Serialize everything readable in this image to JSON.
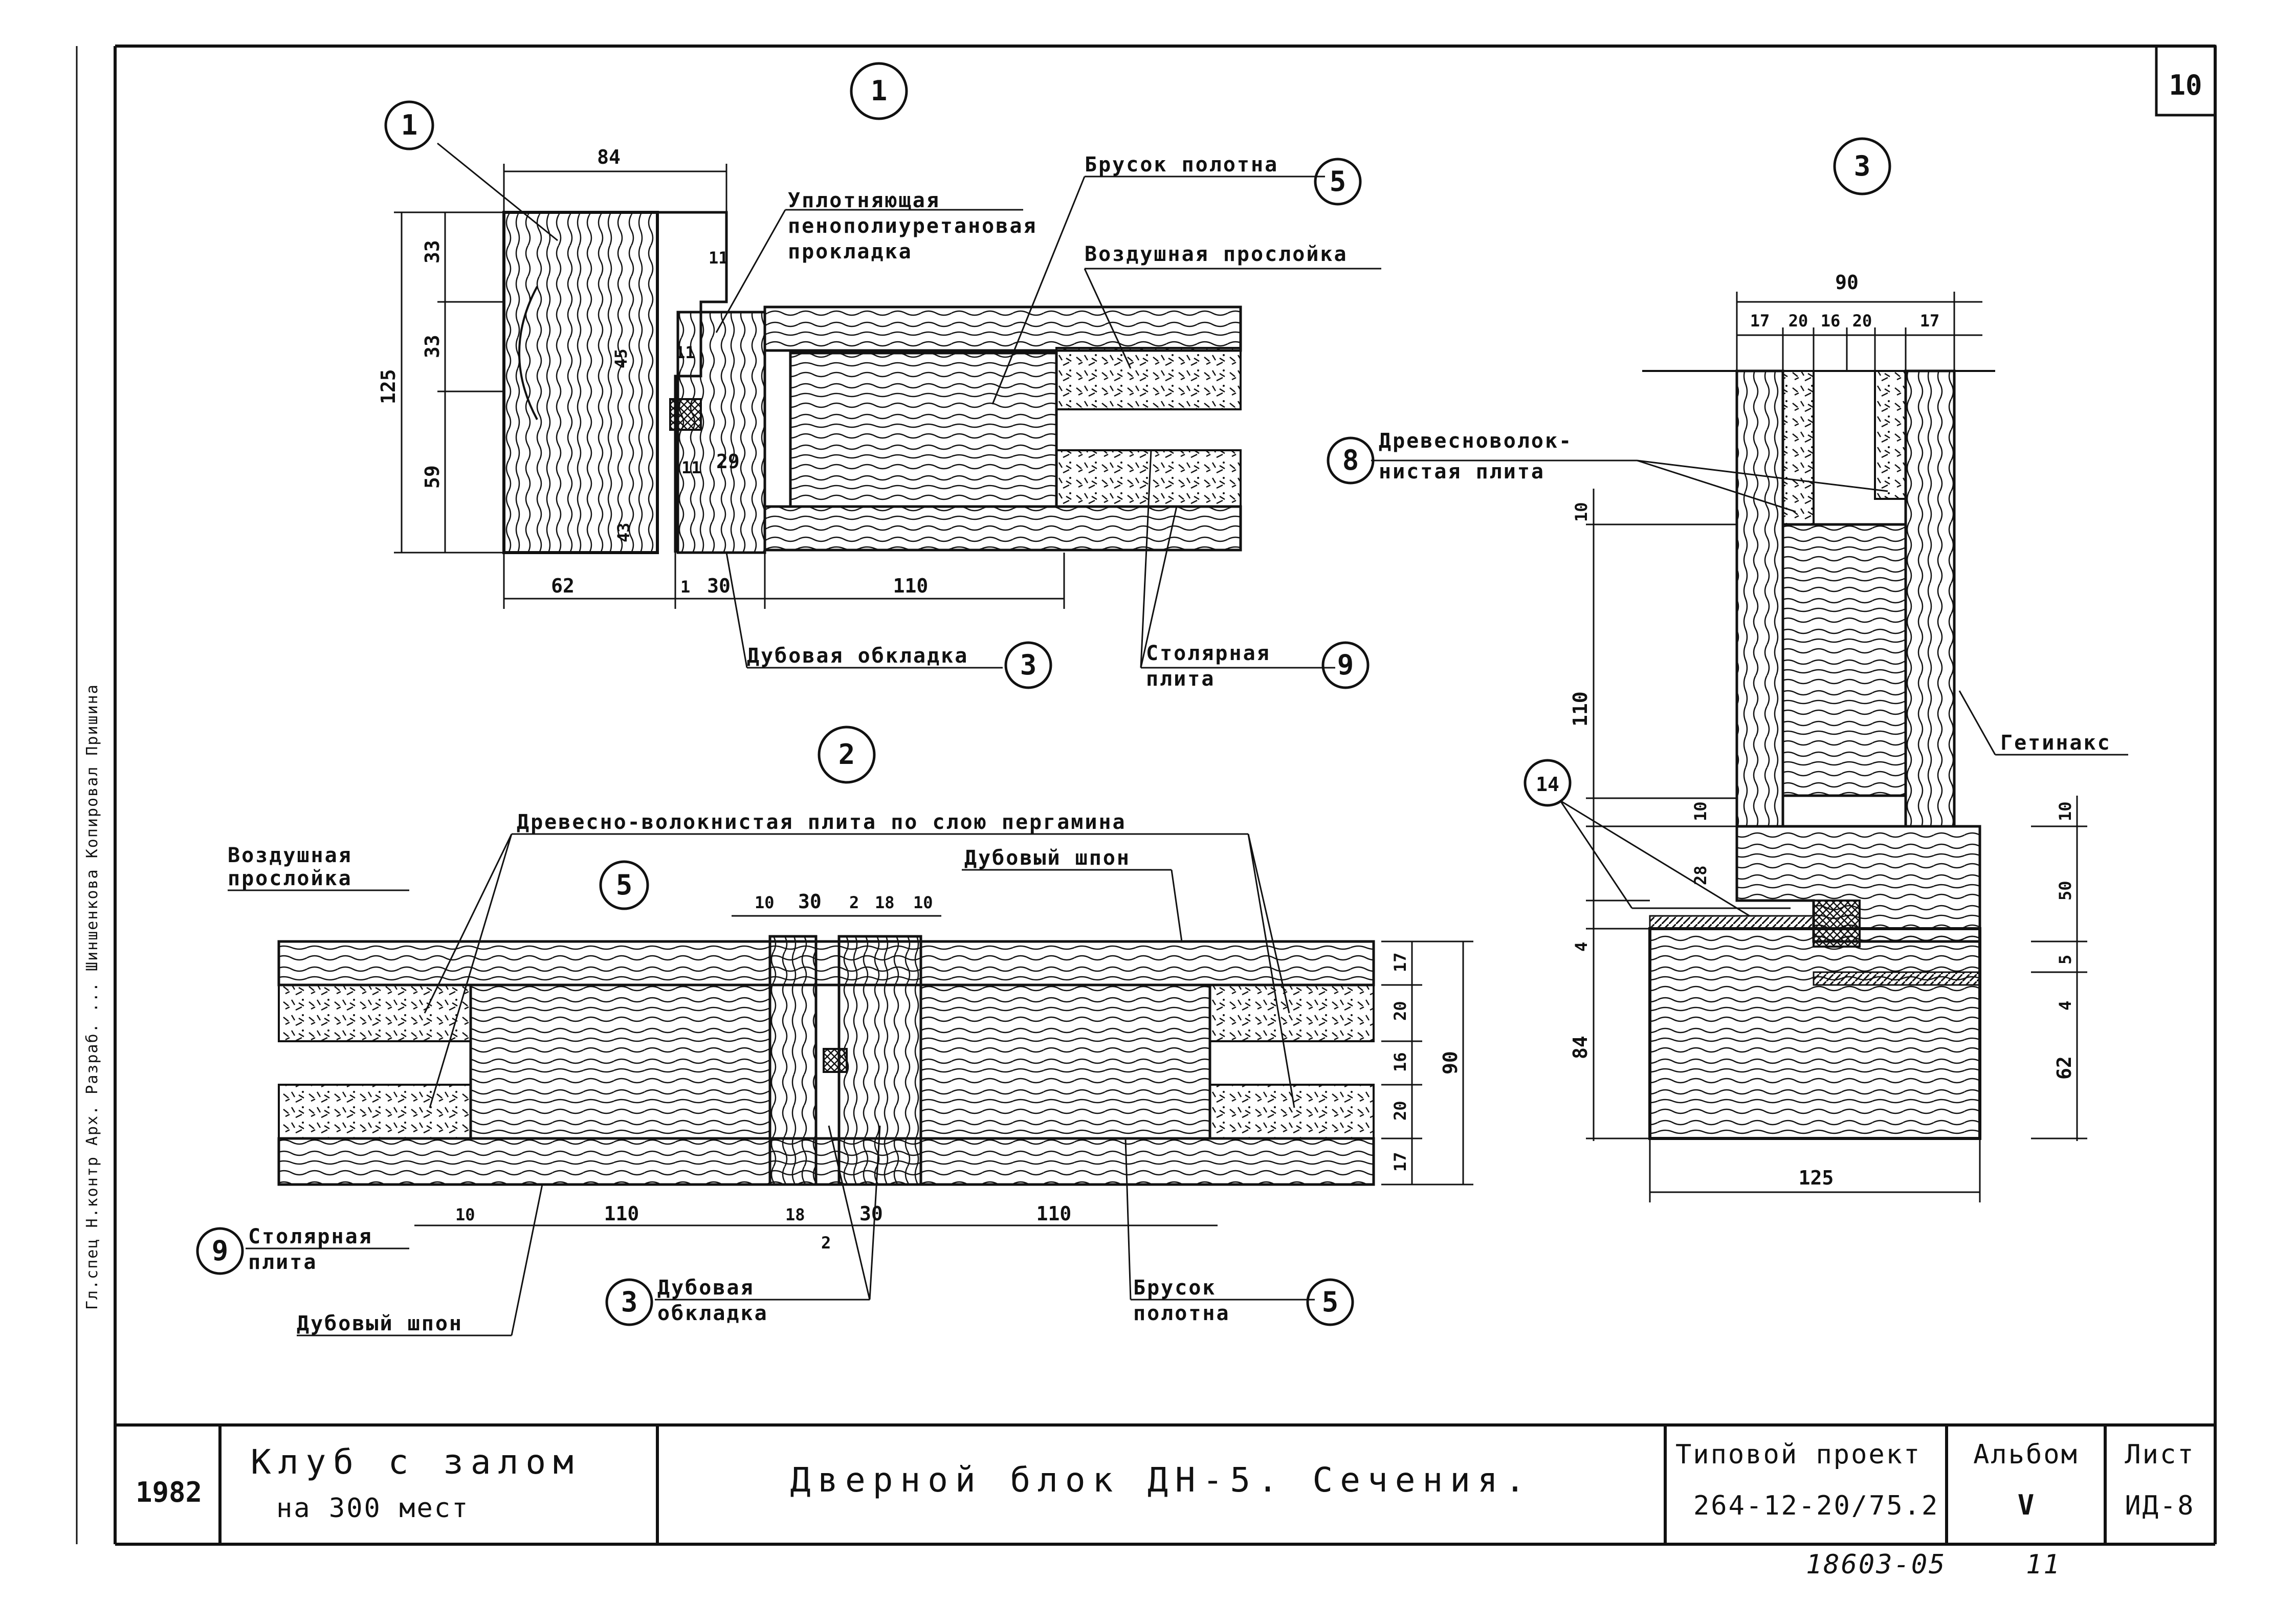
{
  "page_number": "10",
  "sections": {
    "s1": {
      "marker": "1",
      "dims": [
        "84",
        "33",
        "33",
        "59",
        "125",
        "11",
        "45",
        "11",
        "11",
        "29",
        "43",
        "62",
        "1",
        "30",
        "110"
      ],
      "labels": {
        "seal_1": "Уплотняющая",
        "seal_2": "пенополиуретановая",
        "seal_3": "прокладка",
        "bar": "Брусок полотна",
        "air": "Воздушная прослойка",
        "oak": "Дубовая обкладка",
        "ply_1": "Столярная",
        "ply_2": "плита"
      },
      "callouts": [
        "1",
        "5",
        "3",
        "9"
      ]
    },
    "s2": {
      "marker": "2",
      "dims_top": [
        "10",
        "30",
        "2",
        "18",
        "10"
      ],
      "dims_right": [
        "17",
        "20",
        "16",
        "20",
        "17",
        "90"
      ],
      "dims_bottom": [
        "10",
        "110",
        "18",
        "2",
        "30",
        "110"
      ],
      "labels": {
        "fiber": "Древесно-волокнистая плита по слою пергамина",
        "air_1": "Воздушная",
        "air_2": "прослойка",
        "veneer_top": "Дубовый шпон",
        "ply_1": "Столярная",
        "ply_2": "плита",
        "veneer_bottom": "Дубовый шпон",
        "oak_1": "Дубовая",
        "oak_2": "обкладка",
        "bar_1": "Брусок",
        "bar_2": "полотна"
      },
      "callouts": [
        "5",
        "9",
        "3",
        "5"
      ]
    },
    "s3": {
      "marker": "3",
      "dims_top": [
        "90",
        "17",
        "20",
        "16",
        "20",
        "17"
      ],
      "dims_left": [
        "10",
        "110",
        "10",
        "28",
        "4",
        "84"
      ],
      "dims_right": [
        "10",
        "50",
        "5",
        "4",
        "62"
      ],
      "dims_bottom": [
        "125"
      ],
      "labels": {
        "fiber_1": "Древесноволок-",
        "fiber_2": "нистая плита",
        "getinax": "Гетинакс"
      },
      "callouts": [
        "8",
        "14"
      ]
    }
  },
  "side_stamp": "Гл.спец  Н.контр  Арх.  Разраб.  ...  Шиншенкова  Копировал  Пришина",
  "title_block": {
    "year": "1982",
    "project_name_1": "Клуб с залом",
    "project_name_2": "на 300 мест",
    "sheet_title": "Дверной блок ДН-5. Сечения.",
    "typical_project_label": "Типовой проект",
    "typical_project_code": "264-12-20/75.2",
    "album_label": "Альбом",
    "album_value": "V",
    "sheet_label": "Лист",
    "sheet_value": "ИД-8"
  },
  "bottom_code": "18603-05",
  "bottom_sheet": "11",
  "colors": {
    "ink": "#111111",
    "paper": "#ffffff"
  }
}
